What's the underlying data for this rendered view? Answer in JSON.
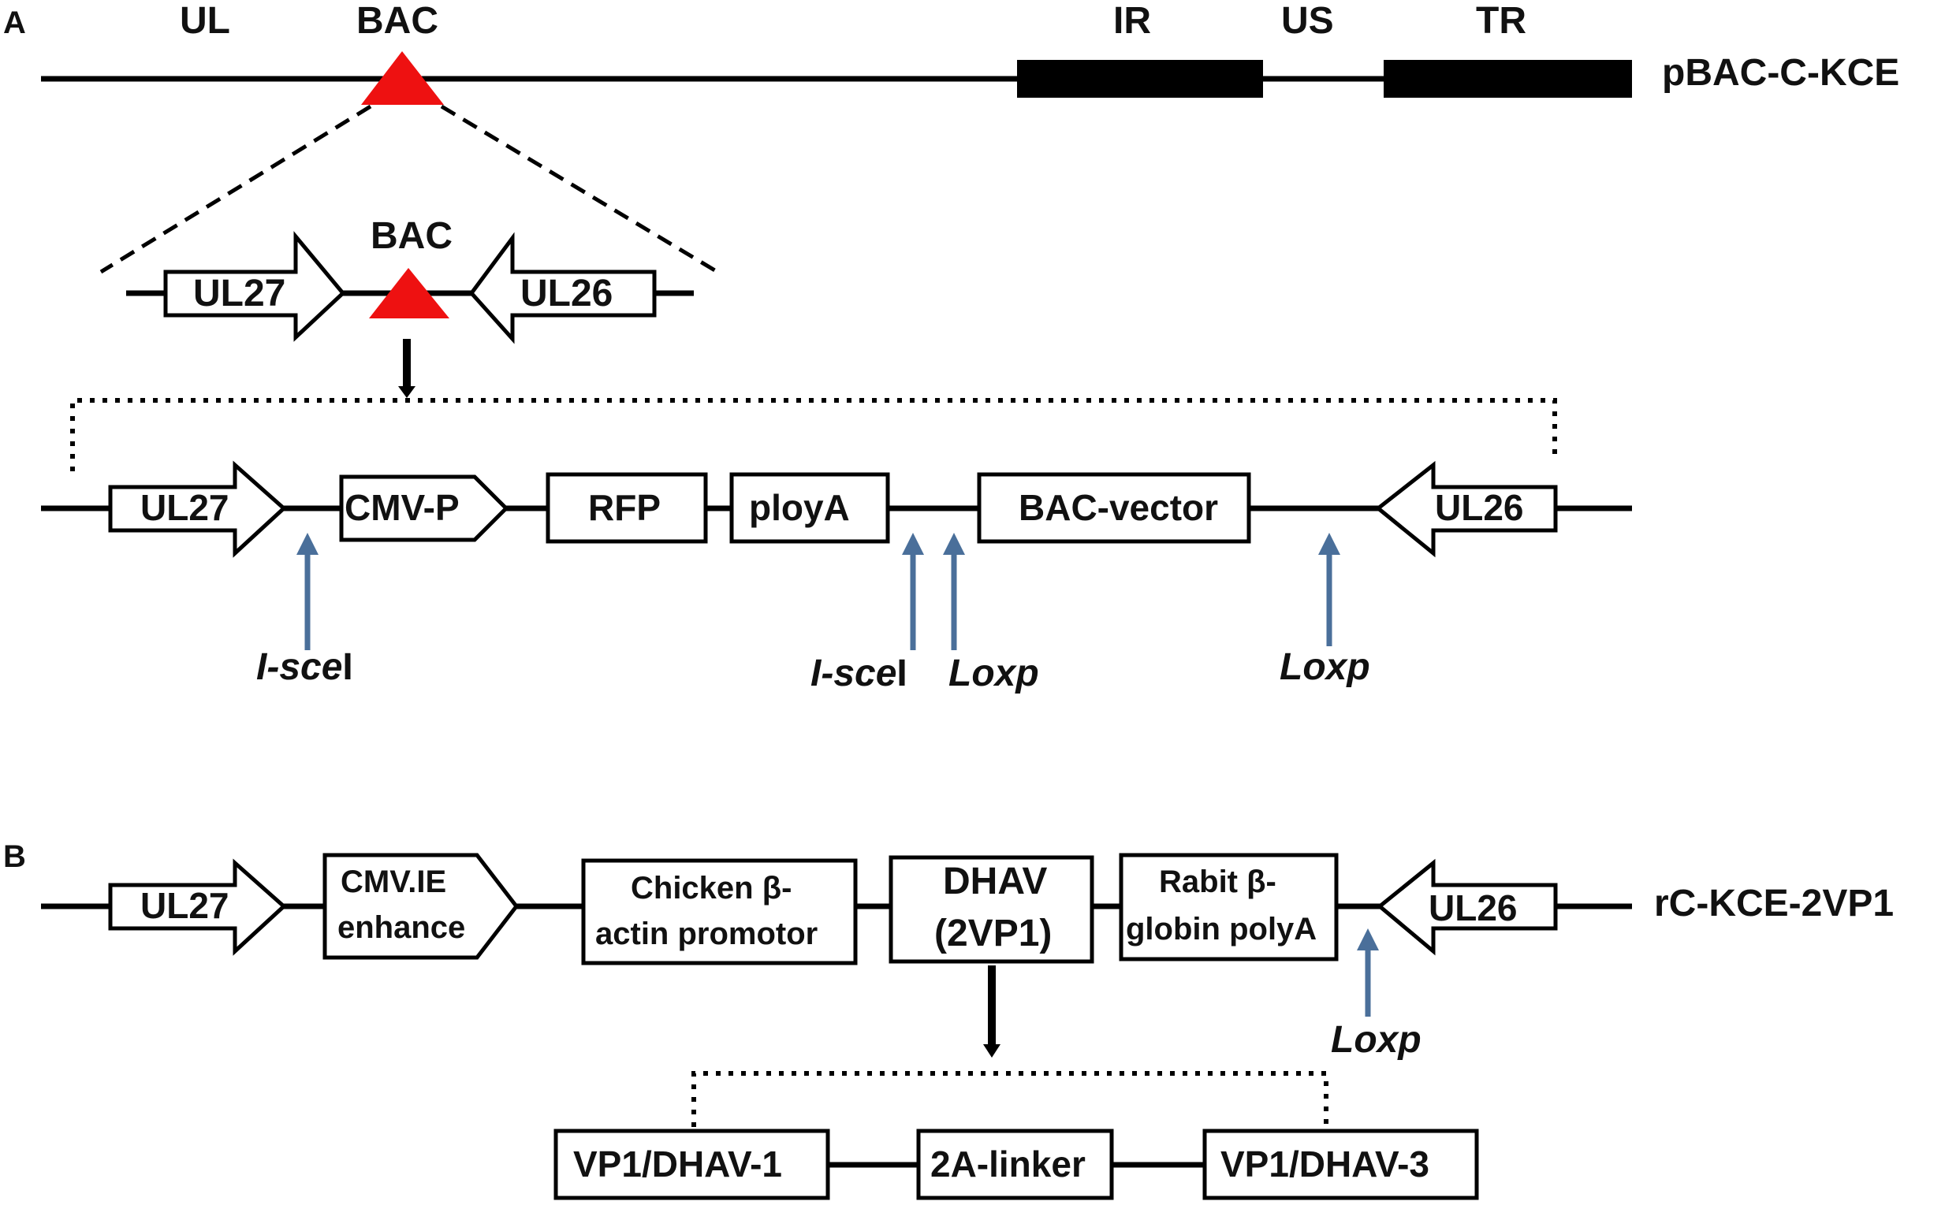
{
  "panel_a": {
    "letter": "A",
    "genome": {
      "labels": {
        "ul": "UL",
        "bac": "BAC",
        "ir": "IR",
        "us": "US",
        "tr": "TR"
      },
      "name": "pBAC-C-KCE"
    },
    "insert": {
      "bac": "BAC",
      "left_gene": "UL27",
      "right_gene": "UL26"
    },
    "cassette": {
      "left_gene": "UL27",
      "promoter": "CMV-P",
      "rfp": "RFP",
      "polya": "ployA",
      "vector": "BAC-vector",
      "right_gene": "UL26"
    },
    "sites": {
      "isce1_a_italic": "I-sce",
      "isce1_a_suffix": "I",
      "isce1_b_italic": "I-sce",
      "isce1_b_suffix": "I",
      "loxp_a": "Loxp",
      "loxp_b": "Loxp"
    }
  },
  "panel_b": {
    "letter": "B",
    "cassette": {
      "left_gene": "UL27",
      "enhancer_line1": "CMV.IE",
      "enhancer_line2": "enhance",
      "promoter_line1": "Chicken β-",
      "promoter_line2": "actin promotor",
      "dhav_line1": "DHAV",
      "dhav_line2": "(2VP1)",
      "polya_line1": "Rabit β-",
      "polya_line2": "globin polyA",
      "right_gene": "UL26"
    },
    "name": "rC-KCE-2VP1",
    "loxp": "Loxp",
    "fusion": {
      "vp1_a": "VP1/DHAV-1",
      "linker": "2A-linker",
      "vp1_b": "VP1/DHAV-3"
    }
  },
  "colors": {
    "bac_marker": "#ee1111",
    "site_arrow": "#4a6f9a",
    "line": "#000000"
  }
}
